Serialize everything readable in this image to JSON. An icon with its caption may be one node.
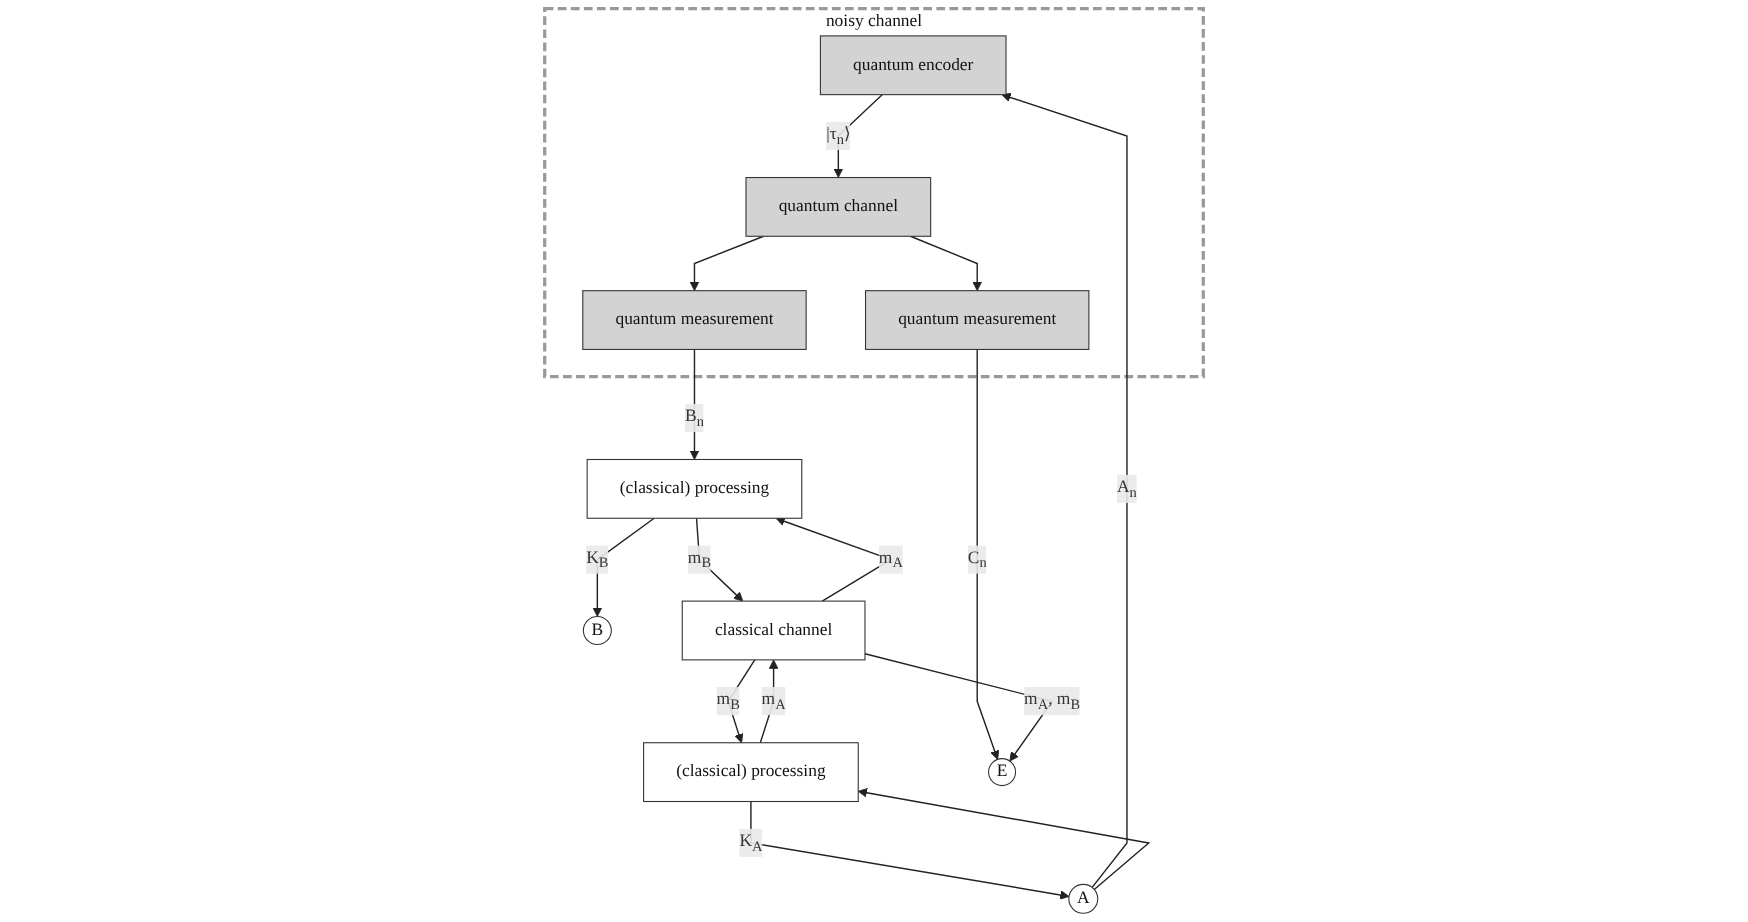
{
  "diagram": {
    "nodes": [
      {
        "text": [
          "noisy channel"
        ]
      },
      {
        "text": [
          "quantum encoder"
        ],
        "in": 0
      },
      {
        "text": [
          "quantum channel"
        ],
        "in": 0
      },
      {
        "text": [
          "quantum measurement"
        ],
        "in": 0
      },
      {
        "text": [
          "quantum measurement"
        ],
        "in": 0
      },
      {
        "text": [
          "A"
        ]
      },
      {
        "text": [
          "(classical) processing"
        ]
      },
      {
        "text": [
          "E"
        ]
      },
      {
        "text": [
          "(classical) processing"
        ]
      },
      {
        "text": [
          "B"
        ]
      },
      {
        "text": [
          "classical channel"
        ]
      }
    ],
    "edges": [
      {
        "from": 5,
        "to": 1,
        "arrow": "to",
        "label": "A$_{n}$"
      },
      {
        "from": 5,
        "to": 6,
        "arrow": "to"
      },
      {
        "from": 1,
        "to": 2,
        "arrow": "to",
        "label": "|τ$_{n}$⟩"
      },
      {
        "from": 2,
        "to": 3,
        "arrow": "to"
      },
      {
        "from": 2,
        "to": 4,
        "arrow": "to"
      },
      {
        "from": 3,
        "to": 8,
        "arrow": "to",
        "label": "B$_{n}$"
      },
      {
        "from": 4,
        "to": 7,
        "arrow": "to",
        "label": "C$_{n}$"
      },
      {
        "from": 6,
        "to": 5,
        "arrow": "to",
        "label": "K$_{A}$"
      },
      {
        "from": 8,
        "to": 9,
        "arrow": "to",
        "label": "K$_{B}$"
      },
      {
        "from": 10,
        "to": 7,
        "arrow": "to",
        "label": "m$_{A}$, m$_{B}$"
      },
      {
        "from": 6,
        "to": 10,
        "arrow": "to",
        "label": "m$_{A}$"
      },
      {
        "from": 10,
        "to": 6,
        "arrow": "to",
        "label": "m$_{B}$"
      },
      {
        "from": 8,
        "to": 10,
        "arrow": "to",
        "label": "m$_{B}$"
      },
      {
        "from": 10,
        "to": 8,
        "arrow": "to",
        "label": "m$_{A}$"
      }
    ]
  }
}
